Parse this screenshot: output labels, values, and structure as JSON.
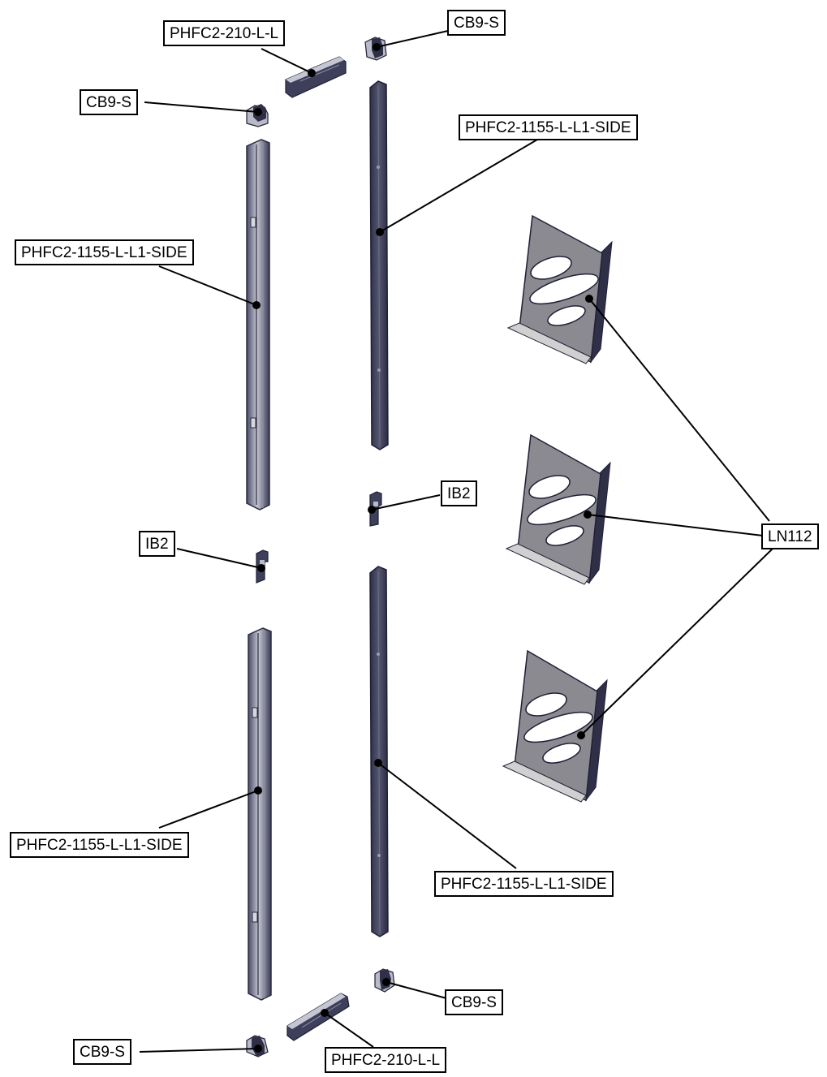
{
  "labels": {
    "cb9_top_left": "CB9-S",
    "cb9_top_right": "CB9-S",
    "cb9_bottom_left": "CB9-S",
    "cb9_bottom_right": "CB9-S",
    "phfc2_210_top": "PHFC2-210-L-L",
    "phfc2_210_bottom": "PHFC2-210-L-L",
    "side_top_left": "PHFC2-1155-L-L1-SIDE",
    "side_top_right": "PHFC2-1155-L-L1-SIDE",
    "side_bottom_left": "PHFC2-1155-L-L1-SIDE",
    "side_bottom_right": "PHFC2-1155-L-L1-SIDE",
    "ib2_left": "IB2",
    "ib2_right": "IB2",
    "ln112": "LN112"
  },
  "colors": {
    "part_dark": "#3e3f5a",
    "part_light": "#b8bac8",
    "panel_face": "#8a8a90",
    "panel_edge": "#2f3048",
    "panel_lip": "#d0d0d0",
    "leader": "#000000"
  }
}
